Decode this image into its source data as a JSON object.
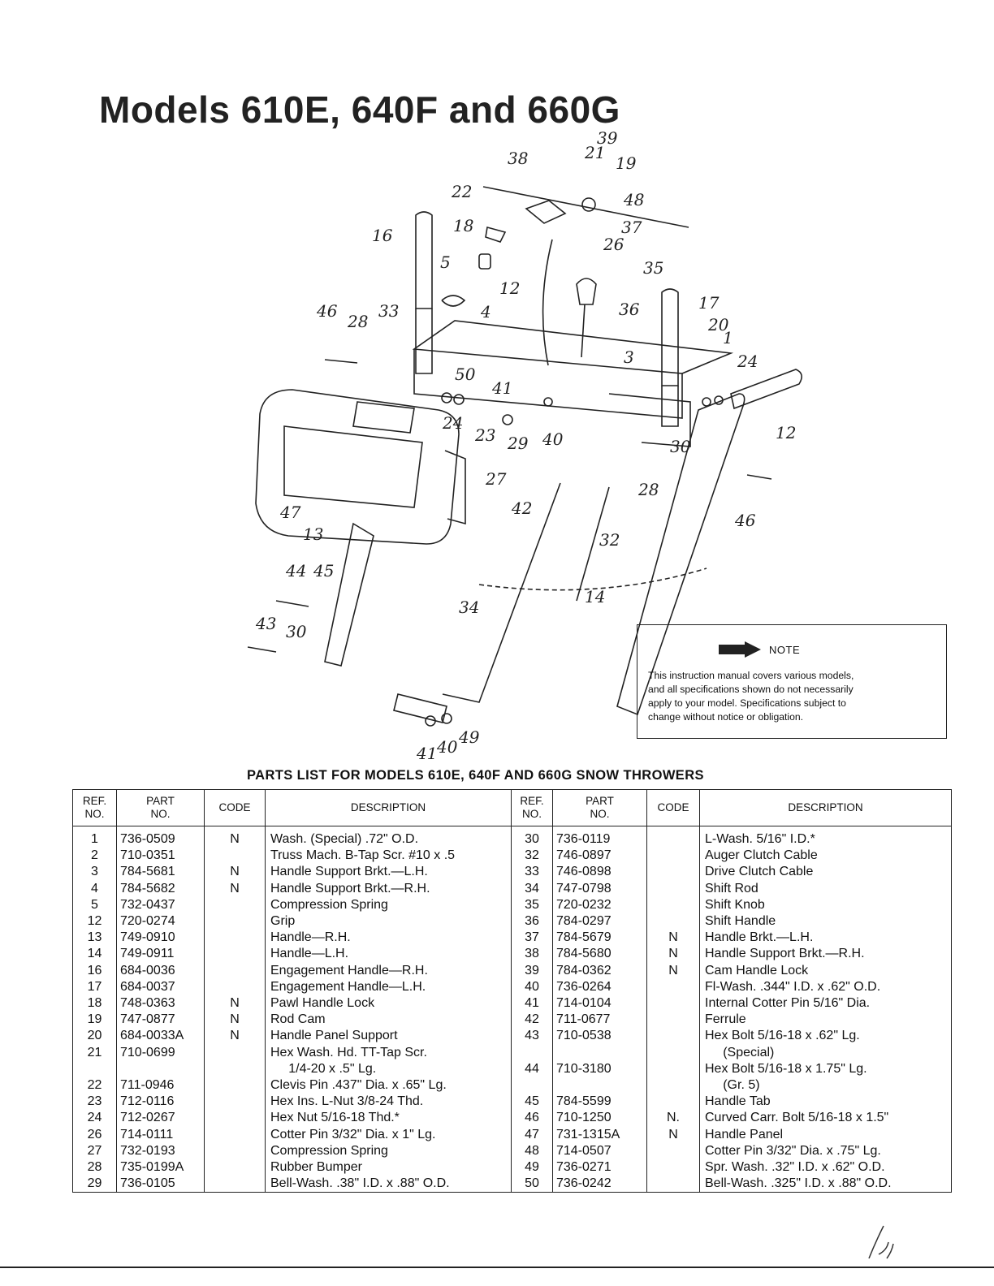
{
  "title": "Models 610E, 640F and 660G",
  "diagram": {
    "callouts": [
      "39",
      "38",
      "21",
      "19",
      "22",
      "48",
      "18",
      "37",
      "26",
      "16",
      "5",
      "35",
      "12",
      "46",
      "33",
      "4",
      "36",
      "17",
      "28",
      "20",
      "1",
      "24",
      "3",
      "50",
      "41",
      "24",
      "23",
      "29",
      "40",
      "12",
      "30",
      "27",
      "28",
      "47",
      "42",
      "46",
      "13",
      "32",
      "44",
      "45",
      "34",
      "14",
      "43",
      "30",
      "41",
      "40",
      "49"
    ]
  },
  "note": {
    "icon": "note-arrow-icon",
    "label": "NOTE",
    "lines": [
      "This instruction manual covers various models,",
      "and all specifications shown do not necessarily",
      "apply to your model. Specifications subject to",
      "change without notice or obligation."
    ]
  },
  "parts_title": "PARTS LIST FOR MODELS 610E, 640F AND 660G SNOW THROWERS",
  "table": {
    "headers": [
      "REF.\nNO.",
      "PART\nNO.",
      "CODE",
      "DESCRIPTION",
      "REF.\nNO.",
      "PART\nNO.",
      "CODE",
      "DESCRIPTION"
    ],
    "rows": [
      [
        "1",
        "736-0509",
        "N",
        "Wash. (Special) .72\" O.D.",
        "30",
        "736-0119",
        "",
        "L-Wash. 5/16\" I.D.*"
      ],
      [
        "2",
        "710-0351",
        "",
        "Truss Mach. B-Tap Scr. #10 x .5",
        "32",
        "746-0897",
        "",
        "Auger Clutch Cable"
      ],
      [
        "3",
        "784-5681",
        "N",
        "Handle Support Brkt.—L.H.",
        "33",
        "746-0898",
        "",
        "Drive Clutch Cable"
      ],
      [
        "4",
        "784-5682",
        "N",
        "Handle Support Brkt.—R.H.",
        "34",
        "747-0798",
        "",
        "Shift Rod"
      ],
      [
        "5",
        "732-0437",
        "",
        "Compression Spring",
        "35",
        "720-0232",
        "",
        "Shift Knob"
      ],
      [
        "12",
        "720-0274",
        "",
        "Grip",
        "36",
        "784-0297",
        "",
        "Shift Handle"
      ],
      [
        "13",
        "749-0910",
        "",
        "Handle—R.H.",
        "37",
        "784-5679",
        "N",
        "Handle Brkt.—L.H."
      ],
      [
        "14",
        "749-0911",
        "",
        "Handle—L.H.",
        "38",
        "784-5680",
        "N",
        "Handle Support Brkt.—R.H."
      ],
      [
        "16",
        "684-0036",
        "",
        "Engagement Handle—R.H.",
        "39",
        "784-0362",
        "N",
        "Cam Handle Lock"
      ],
      [
        "17",
        "684-0037",
        "",
        "Engagement Handle—L.H.",
        "40",
        "736-0264",
        "",
        "Fl-Wash. .344\" I.D. x .62\" O.D."
      ],
      [
        "18",
        "748-0363",
        "N",
        "Pawl Handle Lock",
        "41",
        "714-0104",
        "",
        "Internal Cotter Pin 5/16\" Dia."
      ],
      [
        "19",
        "747-0877",
        "N",
        "Rod Cam",
        "42",
        "711-0677",
        "",
        "Ferrule"
      ],
      [
        "20",
        "684-0033A",
        "N",
        "Handle Panel Support",
        "43",
        "710-0538",
        "",
        "Hex Bolt 5/16-18 x .62\" Lg."
      ],
      [
        "21",
        "710-0699",
        "",
        "Hex Wash. Hd. TT-Tap Scr.",
        "",
        "",
        "",
        "     (Special)"
      ],
      [
        "",
        "",
        "",
        "     1/4-20 x .5\" Lg.",
        "44",
        "710-3180",
        "",
        "Hex Bolt 5/16-18 x 1.75\" Lg."
      ],
      [
        "22",
        "711-0946",
        "",
        "Clevis Pin .437\" Dia. x .65\" Lg.",
        "",
        "",
        "",
        "     (Gr. 5)"
      ],
      [
        "23",
        "712-0116",
        "",
        "Hex Ins. L-Nut 3/8-24 Thd.",
        "45",
        "784-5599",
        "",
        "Handle Tab"
      ],
      [
        "24",
        "712-0267",
        "",
        "Hex Nut 5/16-18 Thd.*",
        "46",
        "710-1250",
        "N.",
        "Curved Carr. Bolt 5/16-18 x 1.5\""
      ],
      [
        "26",
        "714-0111",
        "",
        "Cotter Pin 3/32\" Dia. x 1\" Lg.",
        "47",
        "731-1315A",
        "N",
        "Handle Panel"
      ],
      [
        "27",
        "732-0193",
        "",
        "Compression Spring",
        "48",
        "714-0507",
        "",
        "Cotter Pin 3/32\" Dia. x .75\" Lg."
      ],
      [
        "28",
        "735-0199A",
        "",
        "Rubber Bumper",
        "49",
        "736-0271",
        "",
        "Spr. Wash. .32\" I.D. x .62\" O.D."
      ],
      [
        "29",
        "736-0105",
        "",
        "Bell-Wash. .38\" I.D. x .88\" O.D.",
        "50",
        "736-0242",
        "",
        "Bell-Wash. .325\" I.D. x .88\" O.D."
      ]
    ]
  }
}
